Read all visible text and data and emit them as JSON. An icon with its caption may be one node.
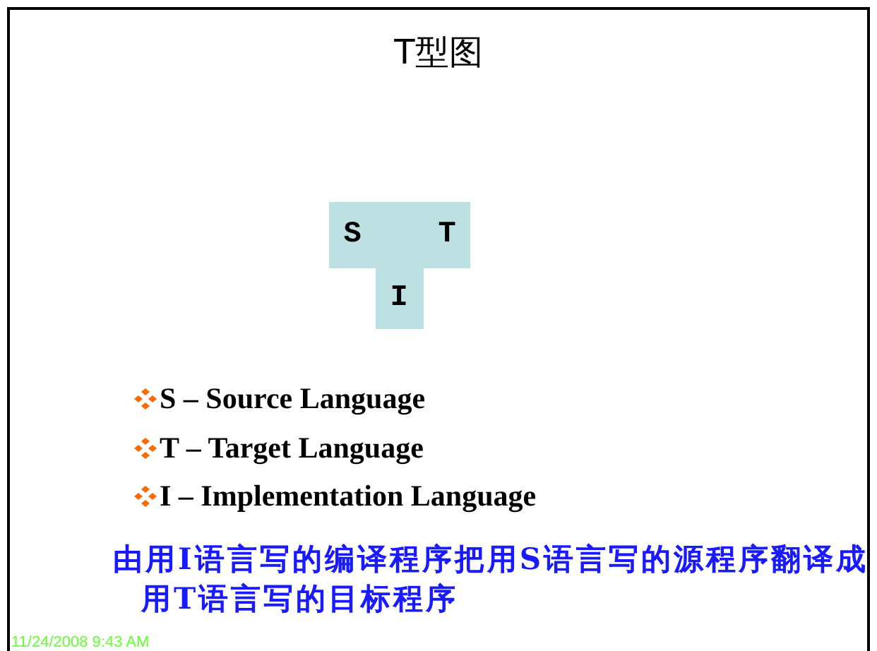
{
  "diagram": {
    "title": "T型图",
    "nodes": [
      {
        "text": [
          "S",
          "T",
          "I"
        ]
      }
    ],
    "labels": [
      "S – Source Language",
      "T – Target Language",
      "I – Implementation Language",
      "由用I语言写的编译程序把用S语言写的源程序翻译成用T语言写的目标程序",
      "11/24/2008 9:43 AM"
    ]
  }
}
